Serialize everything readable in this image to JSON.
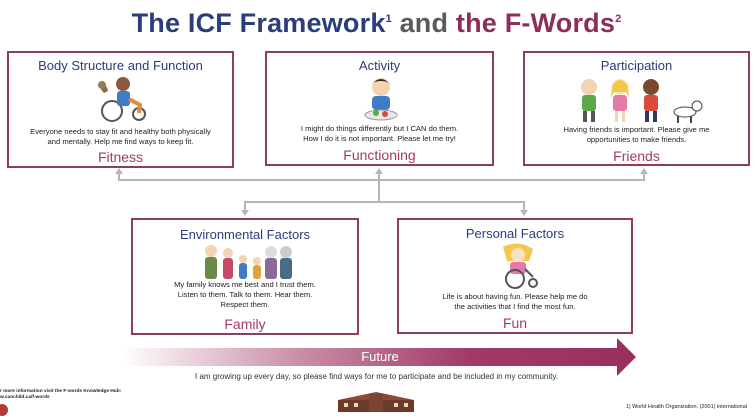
{
  "title": {
    "icf": "The ICF Framework",
    "icf_ref": "1",
    "and": "and",
    "fwords": "the F-Words",
    "fwords_ref": "2"
  },
  "boxes": {
    "body": {
      "title": "Body Structure and Function",
      "text_line1": "Everyone needs to stay fit and healthy both physically",
      "text_line2": "and mentally. Help me find ways to keep fit.",
      "fword": "Fitness"
    },
    "activity": {
      "title": "Activity",
      "text_line1": "I might do things differently but I CAN do them.",
      "text_line2": "How I do it is not important. Please let me try!",
      "fword": "Functioning"
    },
    "participation": {
      "title": "Participation",
      "text_line1": "Having friends is important. Please give me",
      "text_line2": "opportunities to make friends.",
      "fword": "Friends"
    },
    "environmental": {
      "title": "Environmental Factors",
      "text_line1": "My family knows me best and I trust them.",
      "text_line2": "Listen to them. Talk to them. Hear them.",
      "text_line3": "Respect them.",
      "fword": "Family"
    },
    "personal": {
      "title": "Personal Factors",
      "text_line1": "Life is about having fun. Please help me do",
      "text_line2": "the activities that I find the most fun.",
      "fword": "Fun"
    }
  },
  "future": {
    "label": "Future",
    "note": "I am growing up every day, so please find ways for me to participate and be included in my community."
  },
  "footer": {
    "hub_line1": "r more information visit the F-words Knowledge Hub:",
    "hub_line2": "w.canchild.ca/f-words",
    "reference": "1) World Health Organization. (2001) international"
  },
  "colors": {
    "title_blue": "#2b3d7a",
    "fword_magenta": "#a23a69",
    "box_border": "#8d3c63",
    "connector_gray": "#b6b6b6"
  }
}
